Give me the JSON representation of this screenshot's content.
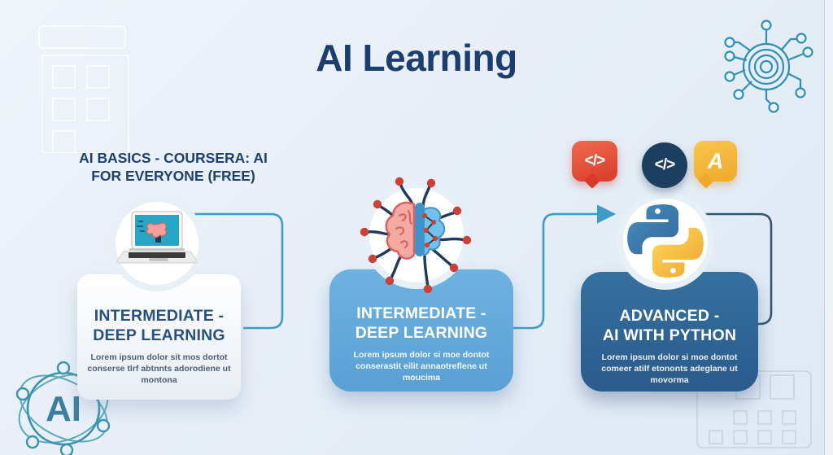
{
  "title": "AI Learning",
  "colors": {
    "background": "#e8eff7",
    "navy_text": "#1c3e6e",
    "teal_connector": "#3f9cc4",
    "navy_connector": "#33566f",
    "card_basics": "#f3f6fa",
    "card_intermediate": "#5fa7d8",
    "card_advanced": "#2d6292",
    "badge_red": "#d93b2b",
    "badge_navy": "#1d3f5f",
    "badge_yellow": "#efa92c",
    "python_blue": "#306998",
    "python_yellow": "#ffd43b"
  },
  "steps": [
    {
      "id": "basics",
      "label_line1": "AI BASICS - COURSERA: AI",
      "label_line2": "FOR EVERYONE (FREE)",
      "icon": "laptop-brain-icon",
      "card_title_line1": "INTERMEDIATE -",
      "card_title_line2": "DEEP LEARNING",
      "card_body": "Lorem ipsum dolor sit mos dortot conserse tlrf abtnnts adorodiene ut montona"
    },
    {
      "id": "intermediate",
      "icon": "brain-network-icon",
      "card_title_line1": "INTERMEDIATE -",
      "card_title_line2": "DEEP LEARNING",
      "card_body": "Lorem ipsum dolor si moe dontot conserastit eilit annaotreflene ut moucima"
    },
    {
      "id": "advanced",
      "icon": "python-icon",
      "code_glyph": "</>",
      "letter_glyph": "A",
      "card_title_line1": "ADVANCED -",
      "card_title_line2": "AI WITH PYTHON",
      "card_body": "Lorem ipsum dolor si moe dontot comeer atilf etononts adeglane ut movorma"
    }
  ],
  "decorations": {
    "ai_badge": "AI"
  }
}
